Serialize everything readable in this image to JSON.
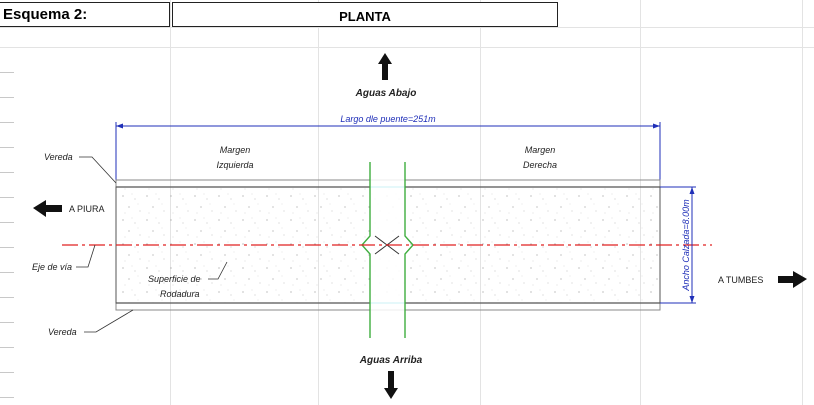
{
  "sheet": {
    "title_cell": "Esquema 2:",
    "header_cell": "PLANTA"
  },
  "drawing": {
    "top_flow_label": "Aguas Abajo",
    "bottom_flow_label": "Aguas Arriba",
    "length_dimension": "Largo dle puente=251m",
    "width_dimension": "Ancho Calzada=8.00m",
    "left_margin_label_1": "Margen",
    "left_margin_label_2": "Izquierda",
    "right_margin_label_1": "Margen",
    "right_margin_label_2": "Derecha",
    "sidewalk_top": "Vereda",
    "sidewalk_bottom": "Vereda",
    "axis_label": "Eje de vía",
    "surface_label_1": "Superficie de",
    "surface_label_2": "Rodadura",
    "left_destination": "A PIURA",
    "right_destination": "A TUMBES"
  },
  "colors": {
    "dimension": "#1f2fb8",
    "axis": "#e02020",
    "river": "#3fae3f",
    "accent": "#00c8e0",
    "ink": "#222222"
  }
}
